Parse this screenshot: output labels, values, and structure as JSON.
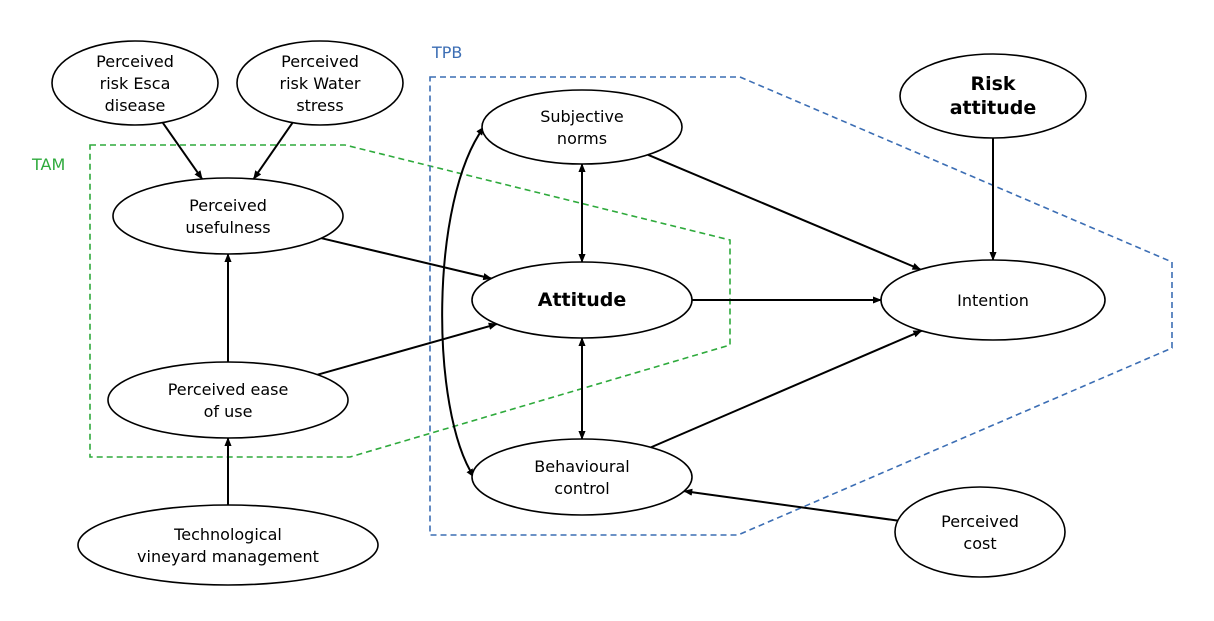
{
  "groups": {
    "tam": {
      "label": "TAM",
      "color": "#2eaa3c"
    },
    "tpb": {
      "label": "TPB",
      "color": "#3c6eb4"
    }
  },
  "nodes": {
    "risk_esca": [
      "Perceived",
      "risk Esca",
      "disease"
    ],
    "risk_water": [
      "Perceived",
      "risk Water",
      "stress"
    ],
    "usefulness": [
      "Perceived",
      "usefulness"
    ],
    "ease_of_use": [
      "Perceived ease",
      "of use"
    ],
    "tech_mgmt": [
      "Technological",
      "vineyard management"
    ],
    "subjective_norms": [
      "Subjective",
      "norms"
    ],
    "attitude": [
      "Attitude"
    ],
    "behavioural_control": [
      "Behavioural",
      "control"
    ],
    "risk_attitude": [
      "Risk",
      "attitude"
    ],
    "intention": [
      "Intention"
    ],
    "perceived_cost": [
      "Perceived",
      "cost"
    ]
  },
  "edges": [
    {
      "from": "risk_esca",
      "to": "usefulness",
      "kind": "directed"
    },
    {
      "from": "risk_water",
      "to": "usefulness",
      "kind": "directed"
    },
    {
      "from": "usefulness",
      "to": "attitude",
      "kind": "directed"
    },
    {
      "from": "ease_of_use",
      "to": "usefulness",
      "kind": "directed"
    },
    {
      "from": "ease_of_use",
      "to": "attitude",
      "kind": "directed"
    },
    {
      "from": "tech_mgmt",
      "to": "ease_of_use",
      "kind": "directed"
    },
    {
      "from": "subjective_norms",
      "to": "attitude",
      "kind": "bidirectional"
    },
    {
      "from": "attitude",
      "to": "behavioural_control",
      "kind": "bidirectional"
    },
    {
      "from": "subjective_norms",
      "to": "behavioural_control",
      "kind": "bidirectional"
    },
    {
      "from": "subjective_norms",
      "to": "intention",
      "kind": "directed"
    },
    {
      "from": "attitude",
      "to": "intention",
      "kind": "directed"
    },
    {
      "from": "behavioural_control",
      "to": "intention",
      "kind": "directed"
    },
    {
      "from": "risk_attitude",
      "to": "intention",
      "kind": "directed"
    },
    {
      "from": "perceived_cost",
      "to": "behavioural_control",
      "kind": "directed"
    }
  ]
}
